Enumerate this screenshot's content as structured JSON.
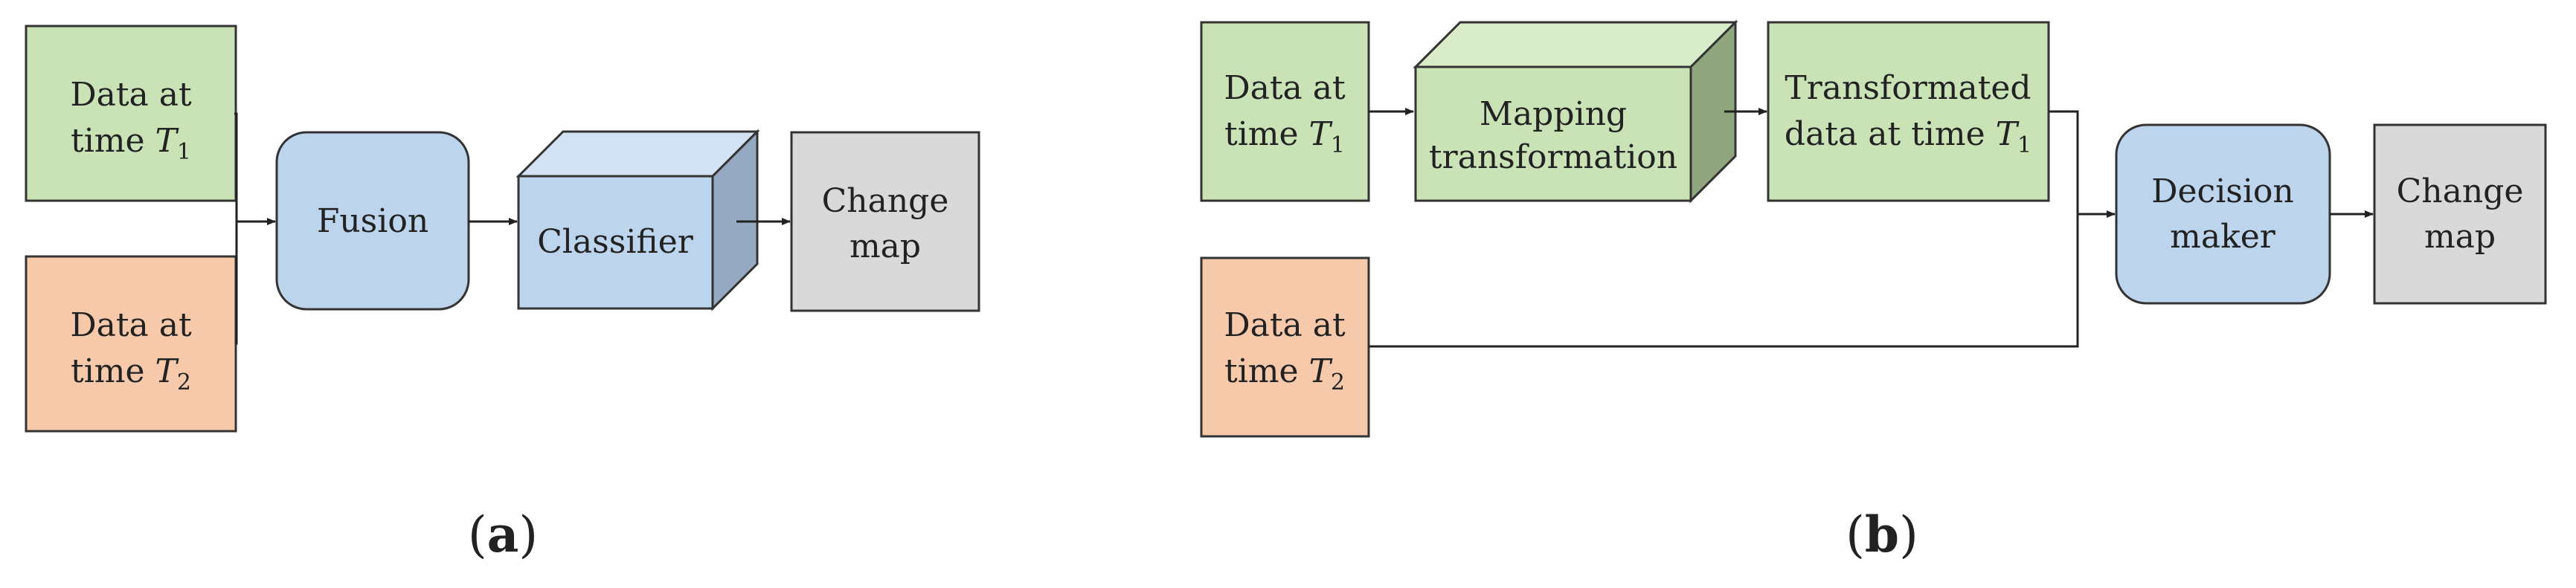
{
  "colors": {
    "green": "#c9e3b7",
    "orange": "#f7c9ab",
    "blue": "#bcd4ec",
    "blue_side": "#95aac0",
    "blue_top": "#d2e2f2",
    "green_side": "#8fa67f",
    "green_top": "#d8ecca",
    "gray": "#d9d9d9",
    "stroke": "#333333",
    "arrow": "#222222"
  },
  "panel_a": {
    "data_t1": {
      "line1": "Data at",
      "line2": "time",
      "var": "T",
      "sub": "1"
    },
    "data_t2": {
      "line1": "Data at",
      "line2": "time",
      "var": "T",
      "sub": "2"
    },
    "fusion": "Fusion",
    "classifier": "Classifier",
    "change_map": {
      "line1": "Change",
      "line2": "map"
    },
    "caption": "(a)"
  },
  "panel_b": {
    "data_t1": {
      "line1": "Data at",
      "line2": "time",
      "var": "T",
      "sub": "1"
    },
    "data_t2": {
      "line1": "Data at",
      "line2": "time",
      "var": "T",
      "sub": "2"
    },
    "mapping": {
      "line1": "Mapping",
      "line2": "transformation"
    },
    "transformed": {
      "line1": "Transformated",
      "line2": "data at time",
      "var": "T",
      "sub": "1"
    },
    "decision": {
      "line1": "Decision",
      "line2": "maker"
    },
    "change_map": {
      "line1": "Change",
      "line2": "map"
    },
    "caption": "(b)"
  }
}
